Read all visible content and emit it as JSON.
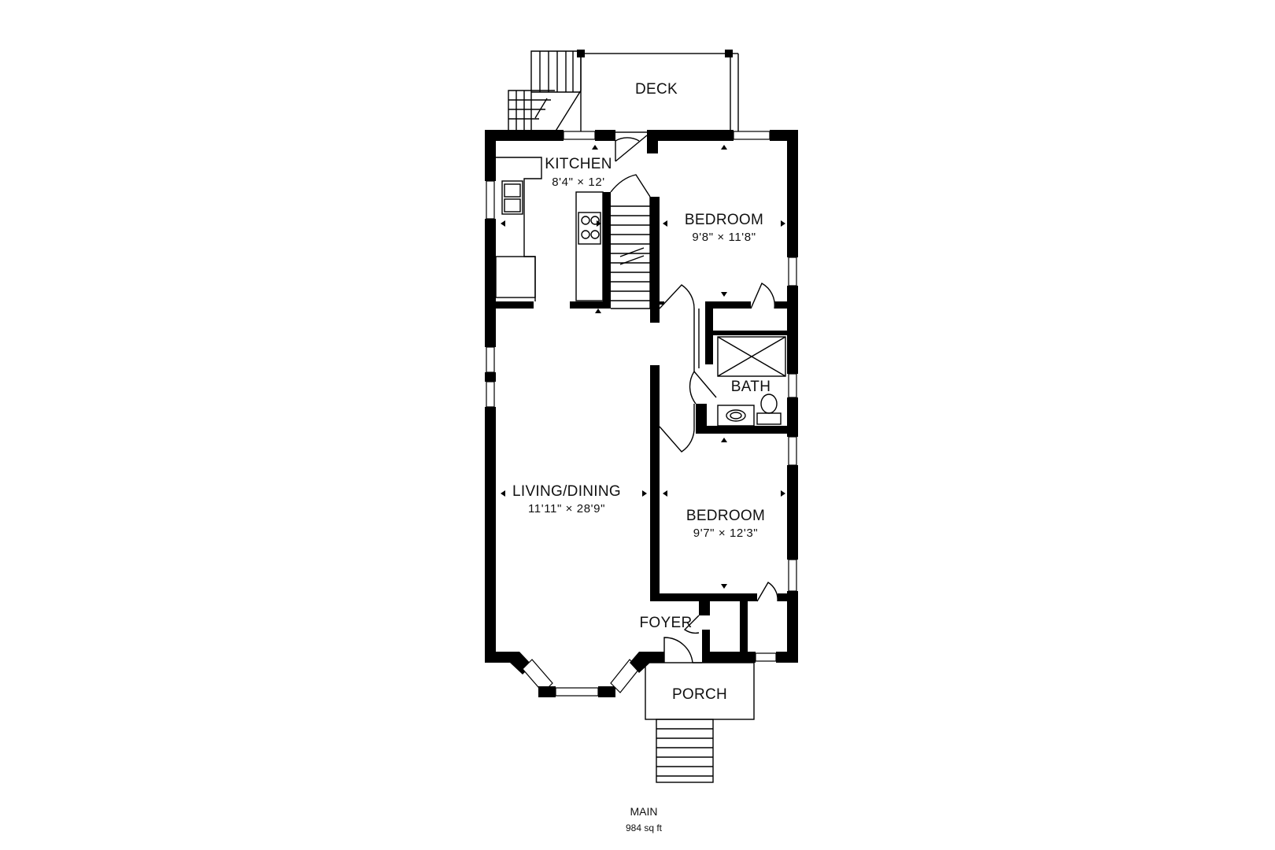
{
  "floor": {
    "name": "MAIN",
    "area": "984 sq ft"
  },
  "rooms": {
    "deck": {
      "name": "DECK"
    },
    "kitchen": {
      "name": "KITCHEN",
      "dimensions": "8'4\" × 12'"
    },
    "bedroom_upper": {
      "name": "BEDROOM",
      "dimensions": "9'8\" × 11'8\""
    },
    "bath": {
      "name": "BATH"
    },
    "living_dining": {
      "name": "LIVING/DINING",
      "dimensions": "11'11\" × 28'9\""
    },
    "bedroom_lower": {
      "name": "BEDROOM",
      "dimensions": "9'7\" × 12'3\""
    },
    "foyer": {
      "name": "FOYER"
    },
    "porch": {
      "name": "PORCH"
    }
  },
  "colors": {
    "wall": "#000000",
    "background": "#ffffff"
  }
}
